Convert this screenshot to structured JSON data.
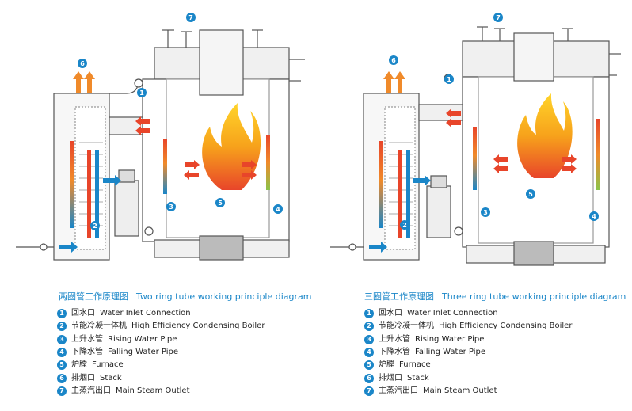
{
  "panels": [
    {
      "id": "left",
      "title_cn": "两圈管工作原理图",
      "title_en": "Two ring tube working principle diagram",
      "markers": [
        "1",
        "2",
        "3",
        "4",
        "5",
        "6",
        "7"
      ]
    },
    {
      "id": "right",
      "title_cn": "三圈管工作原理图",
      "title_en": "Three ring tube working principle diagram",
      "markers": [
        "1",
        "2",
        "3",
        "4",
        "5",
        "6",
        "7"
      ]
    }
  ],
  "legend": [
    {
      "num": "1",
      "cn": "回水口",
      "en": "Water Inlet Connection"
    },
    {
      "num": "2",
      "cn": "节能冷凝一体机",
      "en": "High Efficiency Condensing Boiler"
    },
    {
      "num": "3",
      "cn": "上升水管",
      "en": "Rising Water Pipe"
    },
    {
      "num": "4",
      "cn": "下降水管",
      "en": "Falling Water Pipe"
    },
    {
      "num": "5",
      "cn": "炉膛",
      "en": "Furnace"
    },
    {
      "num": "6",
      "cn": "排烟口",
      "en": "Stack"
    },
    {
      "num": "7",
      "cn": "主蒸汽出口",
      "en": "Main Steam Outlet"
    }
  ],
  "colors": {
    "accent": "#1a86c8",
    "hot": "#e8452a",
    "flame": "#f7a21b",
    "warm": "#f08a2a"
  }
}
